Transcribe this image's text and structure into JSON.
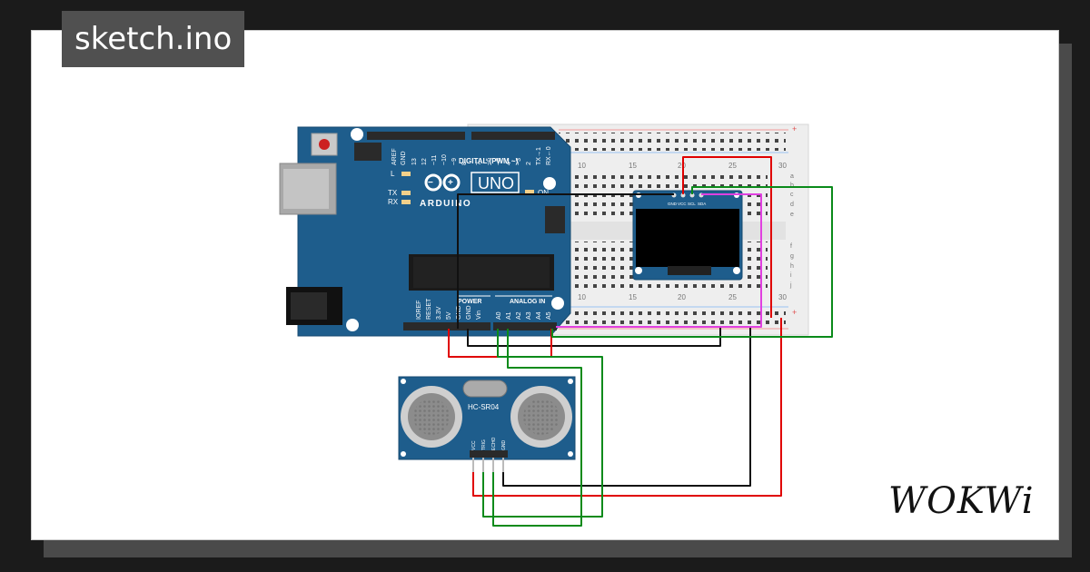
{
  "title": "sketch.ino",
  "brand": "WOKWi",
  "arduino": {
    "digital_header": [
      "AREF",
      "GND",
      "13",
      "12",
      "~11",
      "~10",
      "~9",
      "8",
      "7",
      "~6",
      "~5",
      "4",
      "~3",
      "2",
      "TX→1",
      "RX←0"
    ],
    "digital_label": "DIGITAL (PWM ~)",
    "brand_label": "ARDUINO",
    "model_label": "UNO",
    "on_label": "ON",
    "led_labels": [
      "L",
      "TX",
      "RX"
    ],
    "power_title": "POWER",
    "power_pins": [
      "IOREF",
      "RESET",
      "3.3V",
      "5V",
      "GND",
      "GND",
      "Vin"
    ],
    "analog_title": "ANALOG IN",
    "analog_pins": [
      "A0",
      "A1",
      "A2",
      "A3",
      "A4",
      "A5"
    ]
  },
  "breadboard": {
    "top_numbers": [
      "10",
      "15",
      "20",
      "25",
      "30"
    ],
    "bottom_numbers": [
      "10",
      "15",
      "20",
      "25",
      "30"
    ],
    "row_letters": [
      "a",
      "b",
      "c",
      "d",
      "e",
      "f",
      "g",
      "h",
      "i",
      "j"
    ]
  },
  "oled": {
    "pins": [
      "GND",
      "VCC",
      "SCL",
      "SDA"
    ]
  },
  "sensor": {
    "label": "HC-SR04",
    "pins": [
      "VCC",
      "TRIG",
      "ECHO",
      "GND"
    ]
  },
  "colors": {
    "board": "#1e5d8c",
    "wire_red": "#e00000",
    "wire_black": "#111111",
    "wire_green": "#0a8a1a",
    "wire_magenta": "#e040e0"
  }
}
